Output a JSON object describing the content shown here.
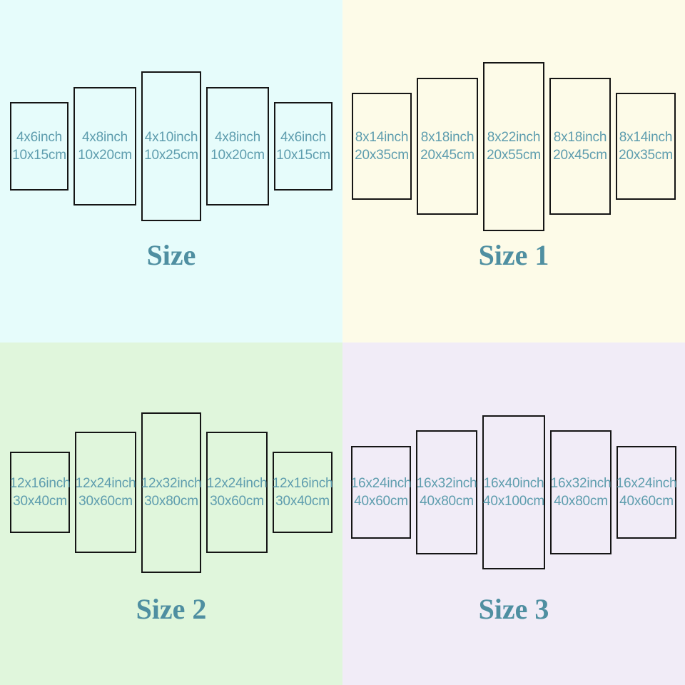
{
  "colors": {
    "label_text": "#5e9dae",
    "title_text": "#4f8fa1",
    "panel_border": "#151515"
  },
  "quadrants": [
    {
      "title": "Size",
      "bg": "#e6fcfb",
      "panels": [
        {
          "inch": "4x6inch",
          "cm": "10x15cm"
        },
        {
          "inch": "4x8inch",
          "cm": "10x20cm"
        },
        {
          "inch": "4x10inch",
          "cm": "10x25cm"
        },
        {
          "inch": "4x8inch",
          "cm": "10x20cm"
        },
        {
          "inch": "4x6inch",
          "cm": "10x15cm"
        }
      ]
    },
    {
      "title": "Size 1",
      "bg": "#fdfbe8",
      "panels": [
        {
          "inch": "8x14inch",
          "cm": "20x35cm"
        },
        {
          "inch": "8x18inch",
          "cm": "20x45cm"
        },
        {
          "inch": "8x22inch",
          "cm": "20x55cm"
        },
        {
          "inch": "8x18inch",
          "cm": "20x45cm"
        },
        {
          "inch": "8x14inch",
          "cm": "20x35cm"
        }
      ]
    },
    {
      "title": "Size 2",
      "bg": "#e0f6dc",
      "panels": [
        {
          "inch": "12x16inch",
          "cm": "30x40cm"
        },
        {
          "inch": "12x24inch",
          "cm": "30x60cm"
        },
        {
          "inch": "12x32inch",
          "cm": "30x80cm"
        },
        {
          "inch": "12x24inch",
          "cm": "30x60cm"
        },
        {
          "inch": "12x16inch",
          "cm": "30x40cm"
        }
      ]
    },
    {
      "title": "Size 3",
      "bg": "#f1ecf7",
      "panels": [
        {
          "inch": "16x24inch",
          "cm": "40x60cm"
        },
        {
          "inch": "16x32inch",
          "cm": "40x80cm"
        },
        {
          "inch": "16x40inch",
          "cm": "40x100cm"
        },
        {
          "inch": "16x32inch",
          "cm": "40x80cm"
        },
        {
          "inch": "16x24inch",
          "cm": "40x60cm"
        }
      ]
    }
  ]
}
